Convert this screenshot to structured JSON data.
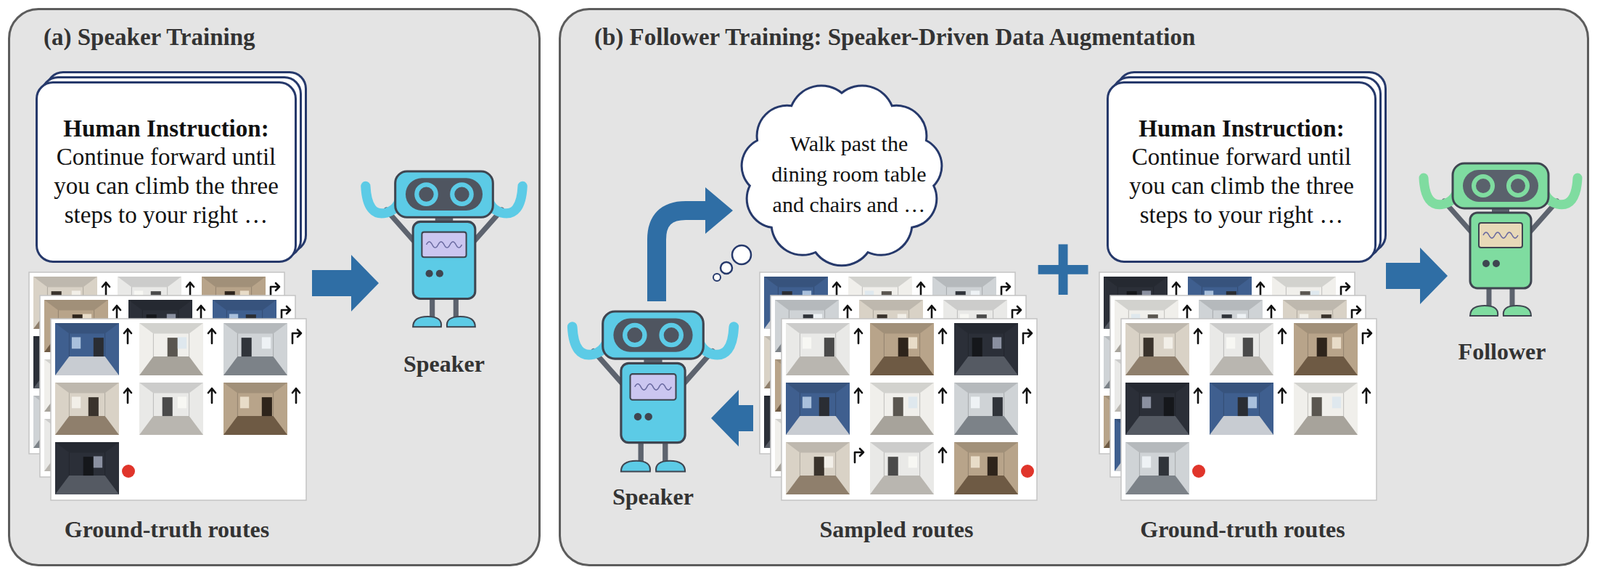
{
  "diagram": {
    "nodes": [
      {
        "text": [
          "(a) Speaker Training"
        ]
      },
      {
        "text": [
          "Human Instruction:",
          "Continue forward until you can climb the three steps to your right …"
        ],
        "in": 0
      },
      {
        "text": [
          "Ground-truth routes"
        ],
        "in": 0
      },
      {
        "text": [
          "Speaker"
        ],
        "in": 0
      },
      {
        "text": [
          "(b) Follower Training: Speaker-Driven Data Augmentation"
        ]
      },
      {
        "text": [
          "Speaker"
        ],
        "in": 4
      },
      {
        "text": [
          "Walk past the dining room table and chairs and …"
        ],
        "in": 4
      },
      {
        "text": [
          "Sampled routes"
        ],
        "in": 4
      },
      {
        "text": [
          "Human Instruction:",
          "Continue forward until you can climb the three steps to your right …"
        ],
        "in": 4
      },
      {
        "text": [
          "Ground-truth routes"
        ],
        "in": 4
      },
      {
        "text": [
          "Follower"
        ],
        "in": 4
      }
    ],
    "edges": [
      {
        "from": 2,
        "to": 3,
        "arrow": "to"
      },
      {
        "from": 7,
        "to": 5,
        "arrow": "to"
      },
      {
        "from": 5,
        "to": 6,
        "arrow": "to"
      },
      {
        "from": 9,
        "to": 10,
        "arrow": "to"
      }
    ],
    "labels": [
      "+"
    ]
  }
}
